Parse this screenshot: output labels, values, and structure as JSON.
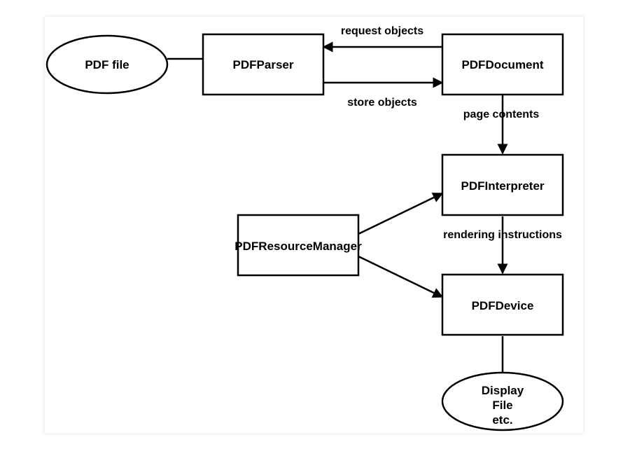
{
  "nodes": {
    "pdf_file": "PDF file",
    "parser": "PDFParser",
    "document": "PDFDocument",
    "interpreter": "PDFInterpreter",
    "resource_manager": "PDFResourceManager",
    "device": "PDFDevice",
    "display": [
      "Display",
      "File",
      "etc."
    ]
  },
  "edges": {
    "request_objects": "request objects",
    "store_objects": "store objects",
    "page_contents": "page contents",
    "rendering_instructions": "rendering instructions"
  }
}
